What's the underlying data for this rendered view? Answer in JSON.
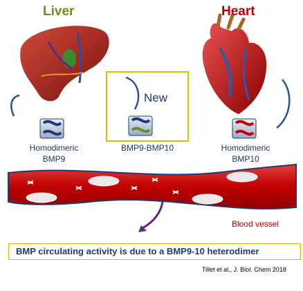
{
  "organs": {
    "liver": "Liver",
    "heart": "Heart"
  },
  "labels": {
    "homodimeric_bmp9_line1": "Homodimeric",
    "homodimeric_bmp9_line2": "BMP9",
    "heterodimer": "BMP9-BMP10",
    "homodimeric_bmp10_line1": "Homodimeric",
    "homodimeric_bmp10_line2": "BMP10",
    "new": "New",
    "blood_vessel": "Blood vessel"
  },
  "caption": "BMP circulating activity is due to a BMP9-10 heterodimer",
  "citation": "Tillet et al., J. Biol. Chem 2018",
  "colors": {
    "liver": "#8b1a1a",
    "heart": "#c00000",
    "vessel": "#c00000",
    "protein": "#1f3b70",
    "caption_border": "#f2a900",
    "new_box_border": "#c8c800"
  }
}
